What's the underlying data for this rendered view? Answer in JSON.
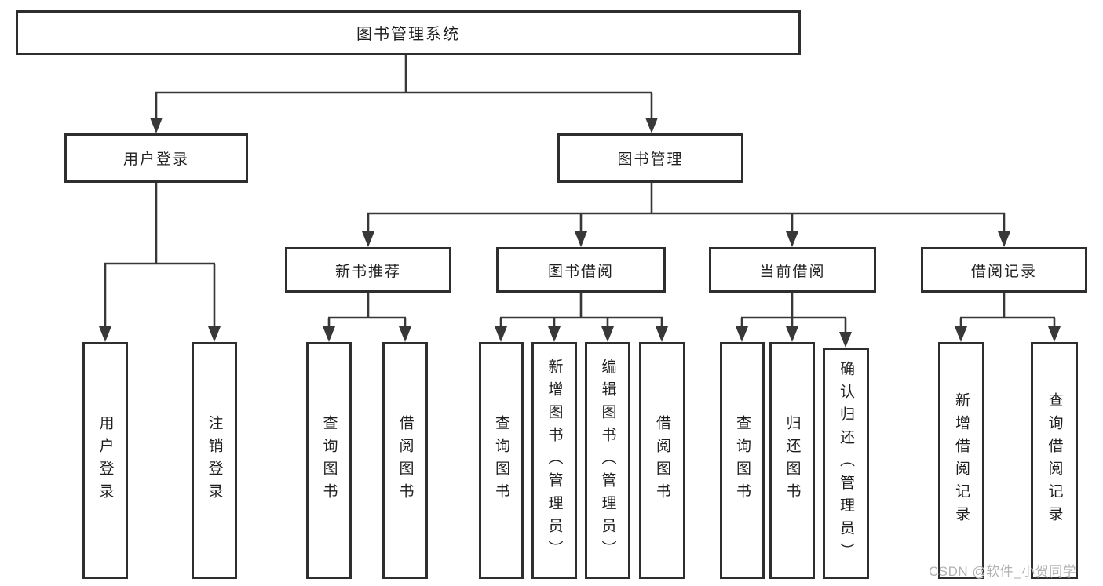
{
  "tree": {
    "root": {
      "label": "图书管理系统"
    },
    "children": [
      {
        "label": "用户登录",
        "children": [
          {
            "label": "用户登录"
          },
          {
            "label": "注销登录"
          }
        ]
      },
      {
        "label": "图书管理",
        "children": [
          {
            "label": "新书推荐",
            "children": [
              {
                "label": "查询图书"
              },
              {
                "label": "借阅图书"
              }
            ]
          },
          {
            "label": "图书借阅",
            "children": [
              {
                "label": "查询图书"
              },
              {
                "label": "新增图书（管理员）"
              },
              {
                "label": "编辑图书（管理员）"
              },
              {
                "label": "借阅图书"
              }
            ]
          },
          {
            "label": "当前借阅",
            "children": [
              {
                "label": "查询图书"
              },
              {
                "label": "归还图书"
              },
              {
                "label": "确认归还（管理员）"
              }
            ]
          },
          {
            "label": "借阅记录",
            "children": [
              {
                "label": "新增借阅记录"
              },
              {
                "label": "查询借阅记录"
              }
            ]
          }
        ]
      }
    ]
  },
  "watermark": {
    "text": "CSDN @软件_小贺同学"
  },
  "colors": {
    "box_border": "#2e2e2e",
    "connector": "#383838",
    "text": "#1f1f1f",
    "watermark": "#b2b2b2",
    "background": "#ffffff"
  }
}
